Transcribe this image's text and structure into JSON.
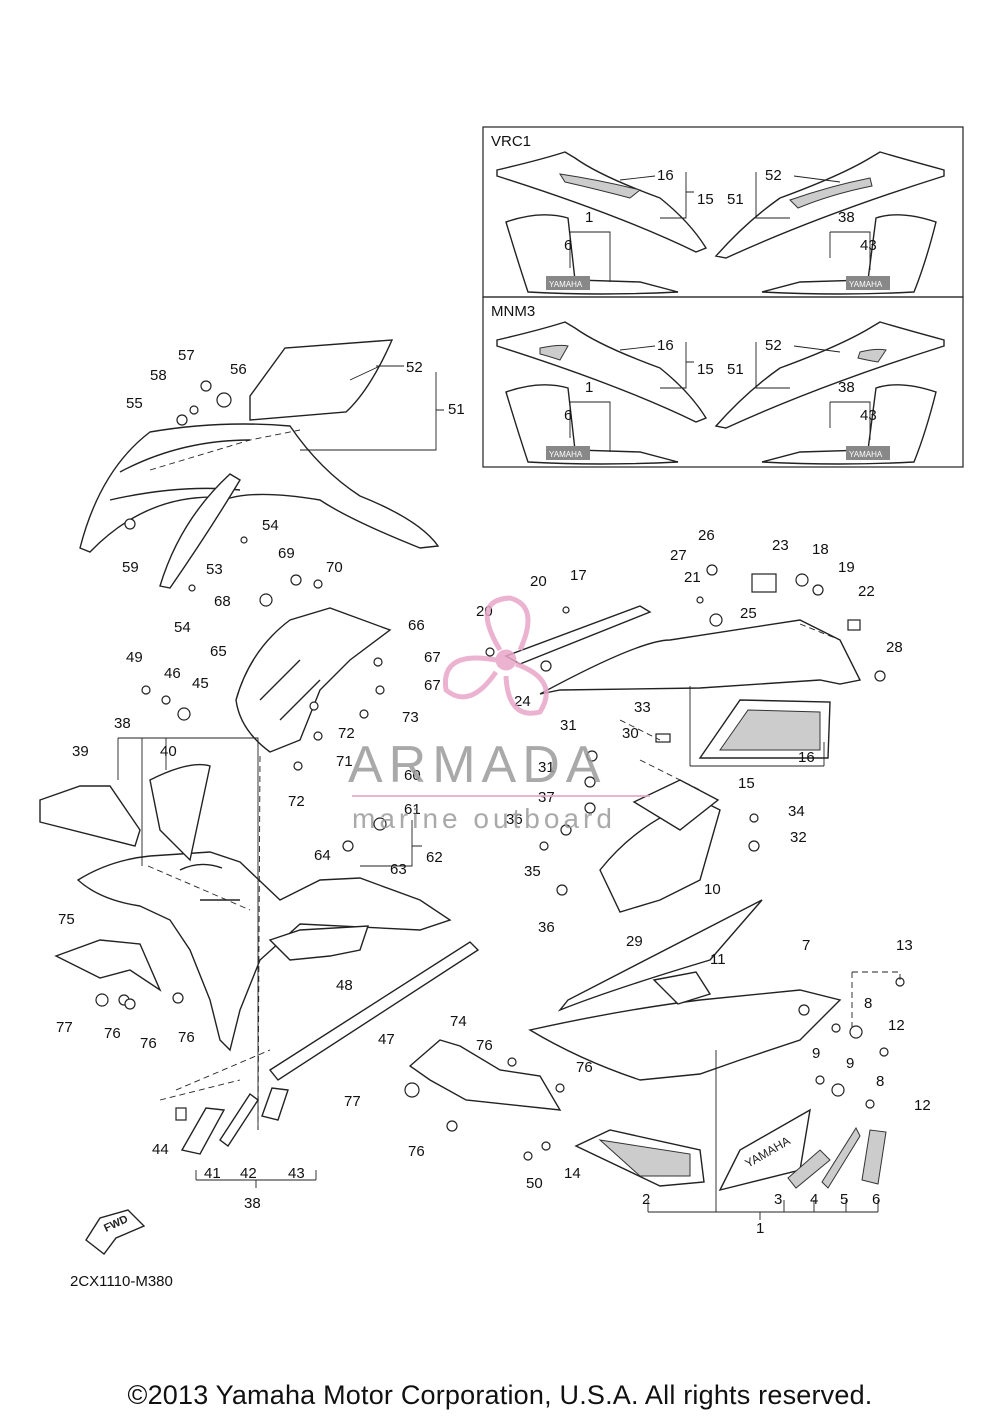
{
  "diagram": {
    "callouts": [
      "1",
      "2",
      "3",
      "4",
      "5",
      "6",
      "7",
      "8",
      "9",
      "10",
      "11",
      "12",
      "13",
      "14",
      "15",
      "16",
      "17",
      "18",
      "19",
      "20",
      "21",
      "22",
      "23",
      "24",
      "25",
      "26",
      "27",
      "28",
      "29",
      "30",
      "31",
      "32",
      "33",
      "34",
      "35",
      "36",
      "37",
      "38",
      "39",
      "40",
      "41",
      "42",
      "43",
      "44",
      "45",
      "46",
      "47",
      "48",
      "49",
      "50",
      "51",
      "52",
      "53",
      "54",
      "55",
      "56",
      "57",
      "58",
      "59",
      "60",
      "61",
      "62",
      "63",
      "64",
      "65",
      "66",
      "67",
      "68",
      "69",
      "70",
      "71",
      "72",
      "73",
      "74",
      "75",
      "76",
      "77"
    ],
    "inset_boxes": [
      {
        "label": "VRC1",
        "callouts": [
          "16",
          "15",
          "51",
          "52",
          "1",
          "6",
          "38",
          "43"
        ],
        "decal_text": "YAMAHA"
      },
      {
        "label": "MNM3",
        "callouts": [
          "16",
          "15",
          "51",
          "52",
          "1",
          "6",
          "38",
          "43"
        ],
        "decal_text": "YAMAHA"
      }
    ],
    "decal_text": "YAMAHA",
    "fwd_label": "FWD",
    "ref_code": "2CX1110-M380",
    "copyright": "©2013 Yamaha Motor Corporation, U.S.A. All rights reserved."
  },
  "watermark": {
    "brand": "ARMADA",
    "tagline": "marine outboard",
    "color": "#e8a6c8"
  }
}
